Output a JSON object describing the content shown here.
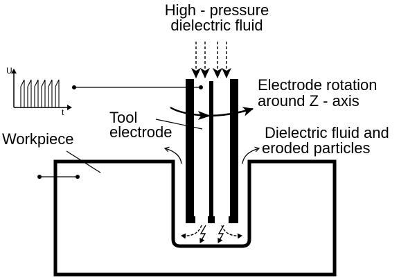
{
  "title": "High-pressure dielectric fluid EDM drilling with rotating tool electrode",
  "labels": {
    "fluid_line1": "High - pressure",
    "fluid_line2": "dielectric fluid",
    "rotation_line1": "Electrode rotation",
    "rotation_line2": "around Z - axis",
    "tool_line1": "Tool",
    "tool_line2": "electrode",
    "workpiece": "Workpiece",
    "flush_line1": "Dielectric fluid and",
    "flush_line2": "eroded particles",
    "pulse_y_axis": "U",
    "pulse_x_axis": "t"
  },
  "pulse_graph": {
    "pulse_count": 6
  },
  "colors": {
    "ink": "#000000",
    "background": "#ffffff"
  }
}
